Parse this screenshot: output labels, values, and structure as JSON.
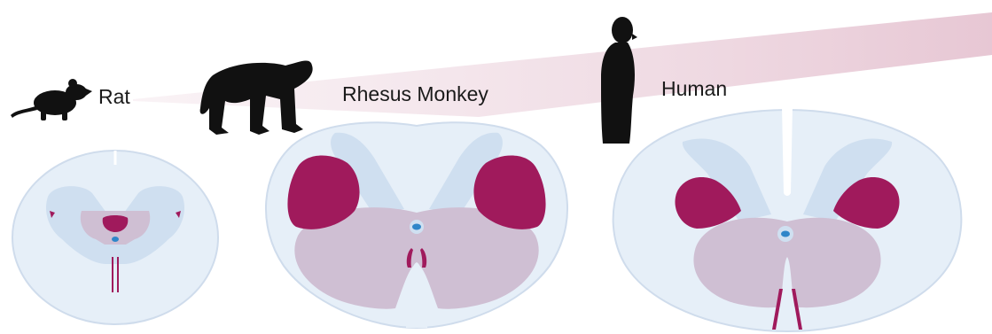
{
  "species": [
    {
      "label": "Rat",
      "silhouette_icon": "rat-icon"
    },
    {
      "label": "Rhesus Monkey",
      "silhouette_icon": "monkey-icon"
    },
    {
      "label": "Human",
      "silhouette_icon": "human-icon"
    }
  ],
  "colors": {
    "white_matter": "#e6eff8",
    "white_matter_outline": "#cfdcec",
    "dorsal_horn": "#cfdff0",
    "gray_matter": "#cfbfd3",
    "motor_region": "#a01a5c",
    "central_canal": "#2f86c9",
    "size_gradient": "#e7c7d4"
  }
}
